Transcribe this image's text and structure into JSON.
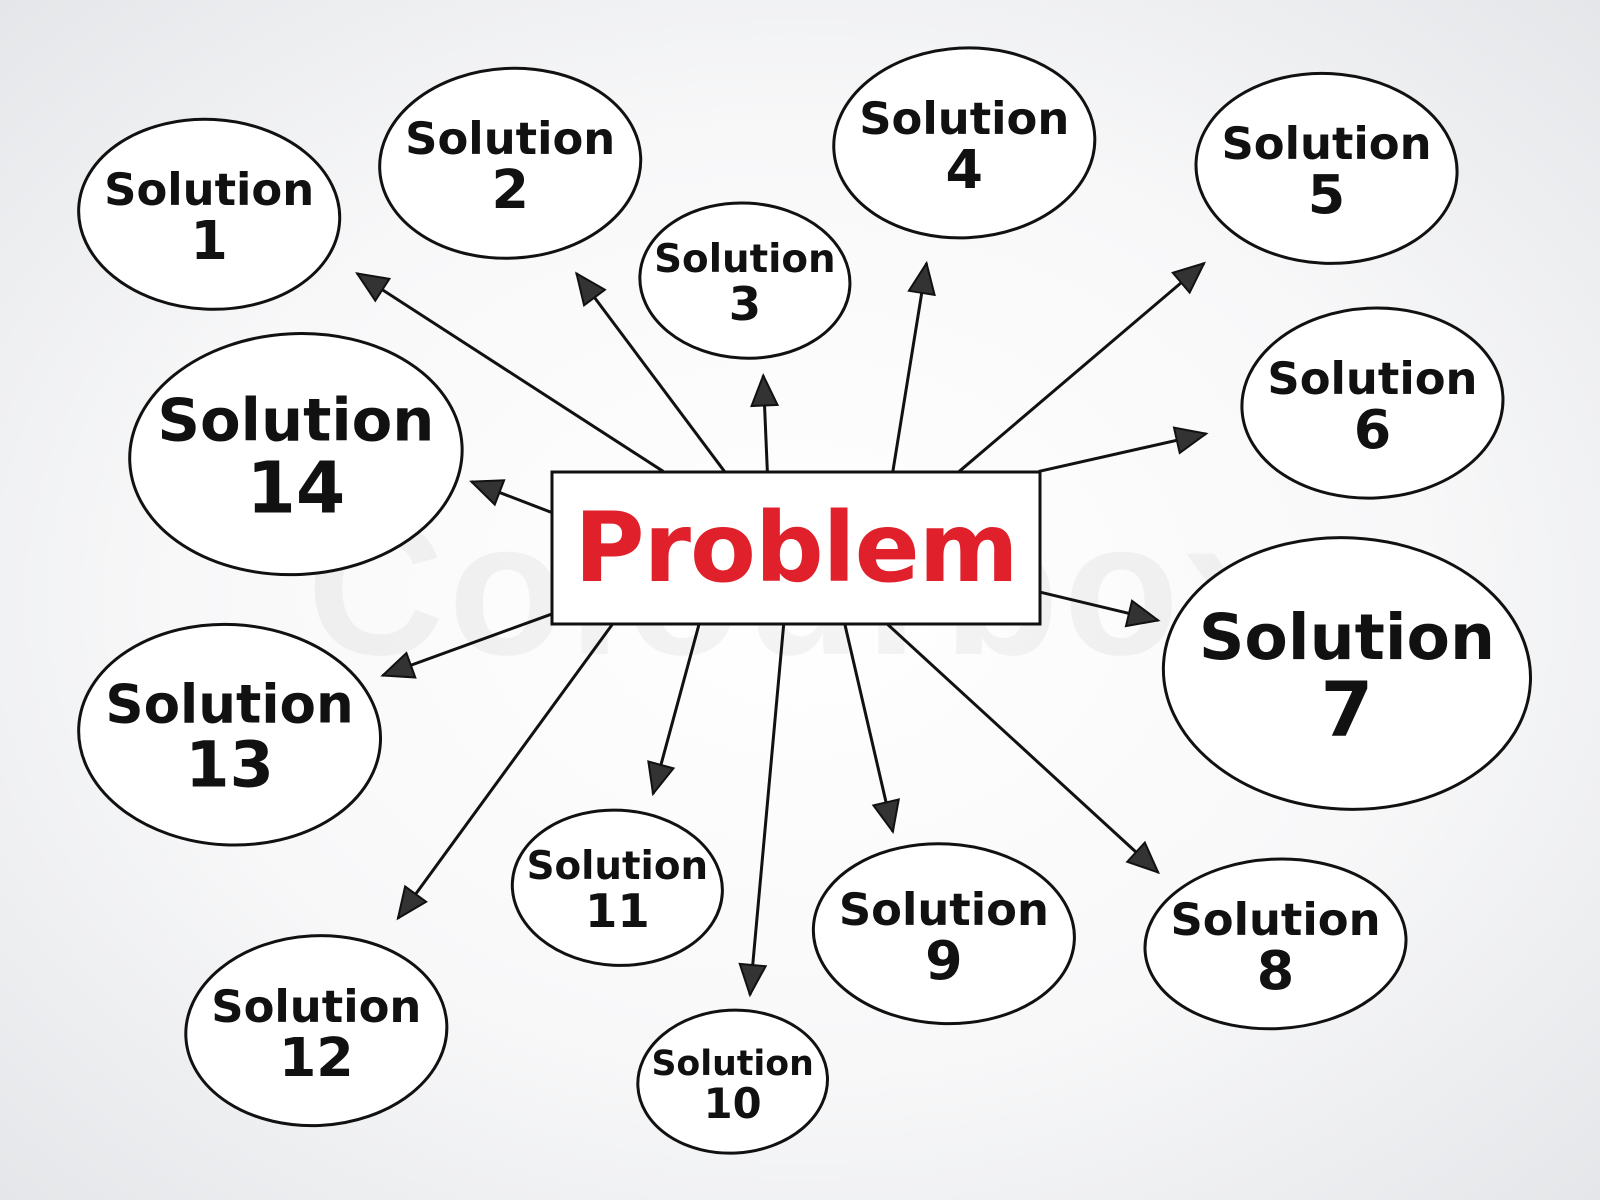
{
  "watermark": "Colourbox",
  "problem": {
    "label": "Problem",
    "color": "#e0202a"
  },
  "solutions": [
    {
      "word": "Solution",
      "number": "1"
    },
    {
      "word": "Solution",
      "number": "2"
    },
    {
      "word": "Solution",
      "number": "3"
    },
    {
      "word": "Solution",
      "number": "4"
    },
    {
      "word": "Solution",
      "number": "5"
    },
    {
      "word": "Solution",
      "number": "6"
    },
    {
      "word": "Solution",
      "number": "7"
    },
    {
      "word": "Solution",
      "number": "8"
    },
    {
      "word": "Solution",
      "number": "9"
    },
    {
      "word": "Solution",
      "number": "10"
    },
    {
      "word": "Solution",
      "number": "11"
    },
    {
      "word": "Solution",
      "number": "12"
    },
    {
      "word": "Solution",
      "number": "13"
    },
    {
      "word": "Solution",
      "number": "14"
    }
  ]
}
